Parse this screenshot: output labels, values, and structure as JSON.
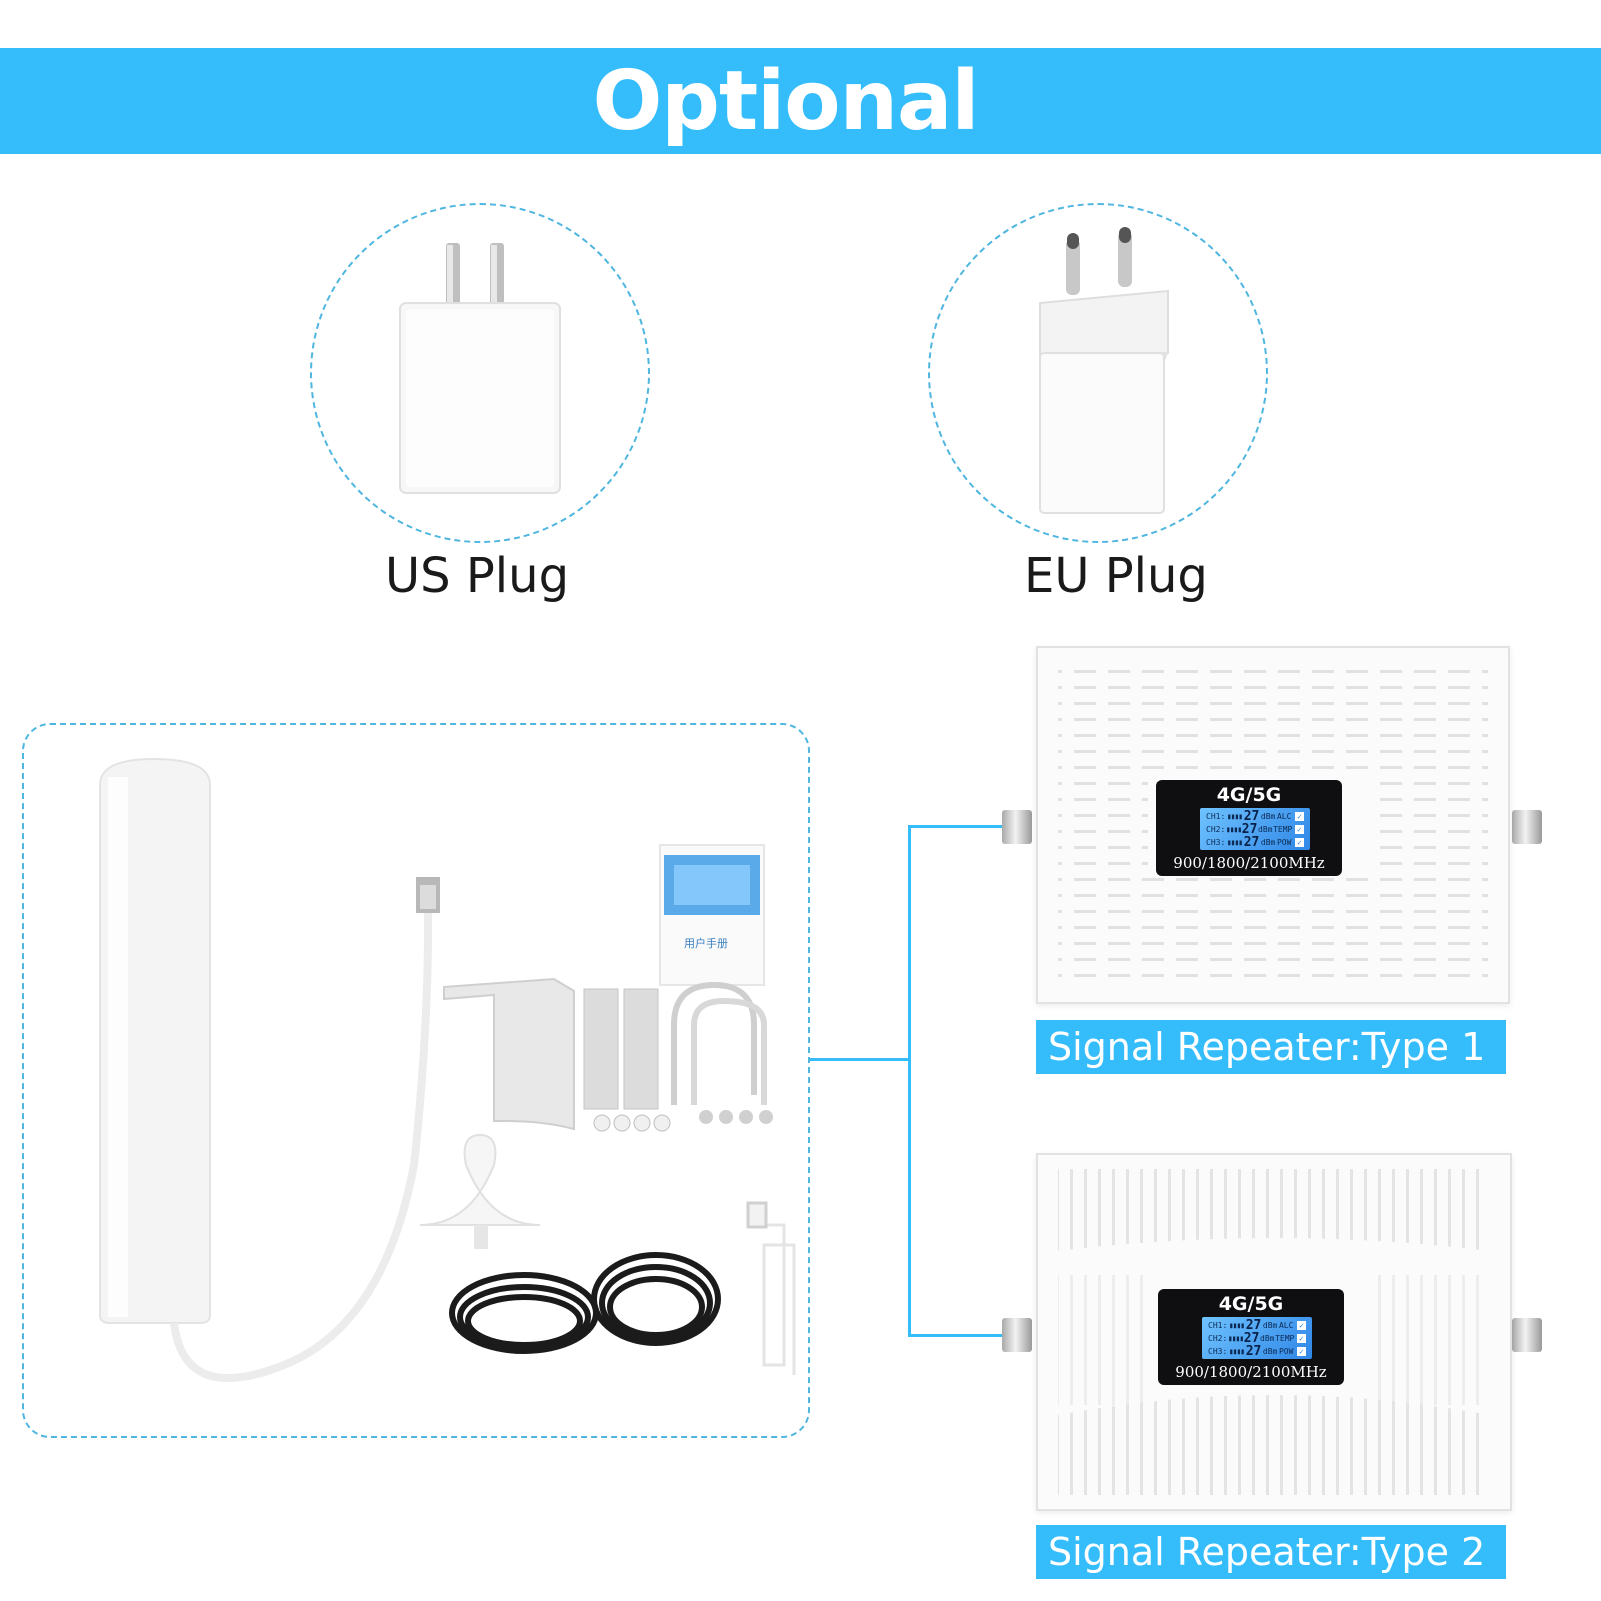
{
  "banner": {
    "title": "Optional"
  },
  "plugs": [
    {
      "label": "US Plug",
      "icon": "us-plug-adapter-icon"
    },
    {
      "label": "EU Plug",
      "icon": "eu-plug-adapter-icon"
    }
  ],
  "kit": {
    "manual_text": "用户手册",
    "items": [
      "outdoor-antenna-icon",
      "mounting-bracket-icon",
      "indoor-ceiling-antenna-icon",
      "coaxial-cable-icon",
      "usb-cable-icon",
      "user-manual-icon"
    ]
  },
  "repeaters": [
    {
      "label": "Signal Repeater:Type 1",
      "brand": "4G/5G",
      "freq": "900/1800/2100MHz",
      "rows": [
        {
          "ch": "CH1:",
          "val": "27",
          "unit": "dBm",
          "flag": "ALC"
        },
        {
          "ch": "CH2:",
          "val": "27",
          "unit": "dBm",
          "flag": "TEMP"
        },
        {
          "ch": "CH3:",
          "val": "27",
          "unit": "dBm",
          "flag": "POW"
        }
      ]
    },
    {
      "label": "Signal Repeater:Type 2",
      "brand": "4G/5G",
      "freq": "900/1800/2100MHz",
      "rows": [
        {
          "ch": "CH1:",
          "val": "27",
          "unit": "dBm",
          "flag": "ALC"
        },
        {
          "ch": "CH2:",
          "val": "27",
          "unit": "dBm",
          "flag": "TEMP"
        },
        {
          "ch": "CH3:",
          "val": "27",
          "unit": "dBm",
          "flag": "POW"
        }
      ]
    }
  ],
  "colors": {
    "accent": "#35bdfb",
    "dash": "#4fb6df"
  }
}
